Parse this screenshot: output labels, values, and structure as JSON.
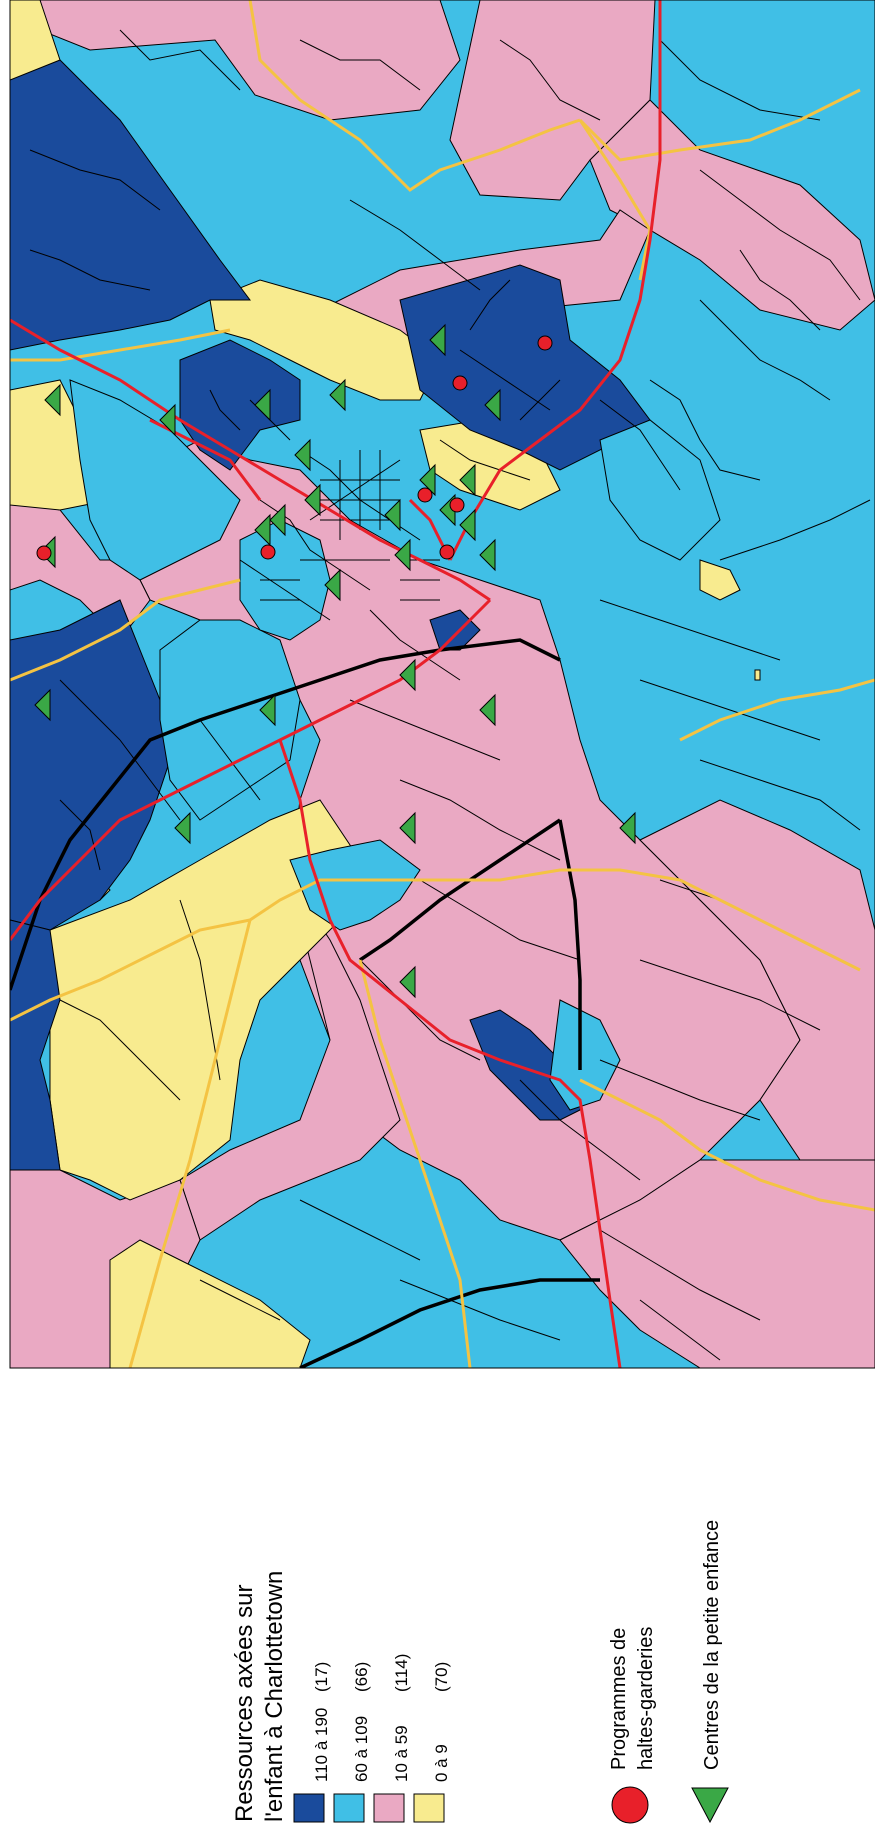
{
  "legend": {
    "title_line1": "Ressources axées sur",
    "title_line2": "l'enfant à Charlottetown",
    "classes": [
      {
        "label": "110 à 190",
        "count": "(17)",
        "color": "#1a4b9c"
      },
      {
        "label": "60 à 109",
        "count": "(66)",
        "color": "#40bfe6"
      },
      {
        "label": "10 à  59",
        "count": "(114)",
        "color": "#eaa9c3"
      },
      {
        "label": "0 à   9",
        "count": "(70)",
        "color": "#f8eb8f"
      }
    ],
    "symbols": {
      "playgroup_line1": "Programmes de",
      "playgroup_line2": "haltes-garderies",
      "playgroup_color": "#e8202a",
      "early_childhood": "Centres de la petite enfance",
      "early_childhood_color": "#3aa846"
    }
  },
  "roads": {
    "arterial_color": "#e8202a",
    "highway_color": "#f4c343",
    "bypass_color": "#000000"
  }
}
